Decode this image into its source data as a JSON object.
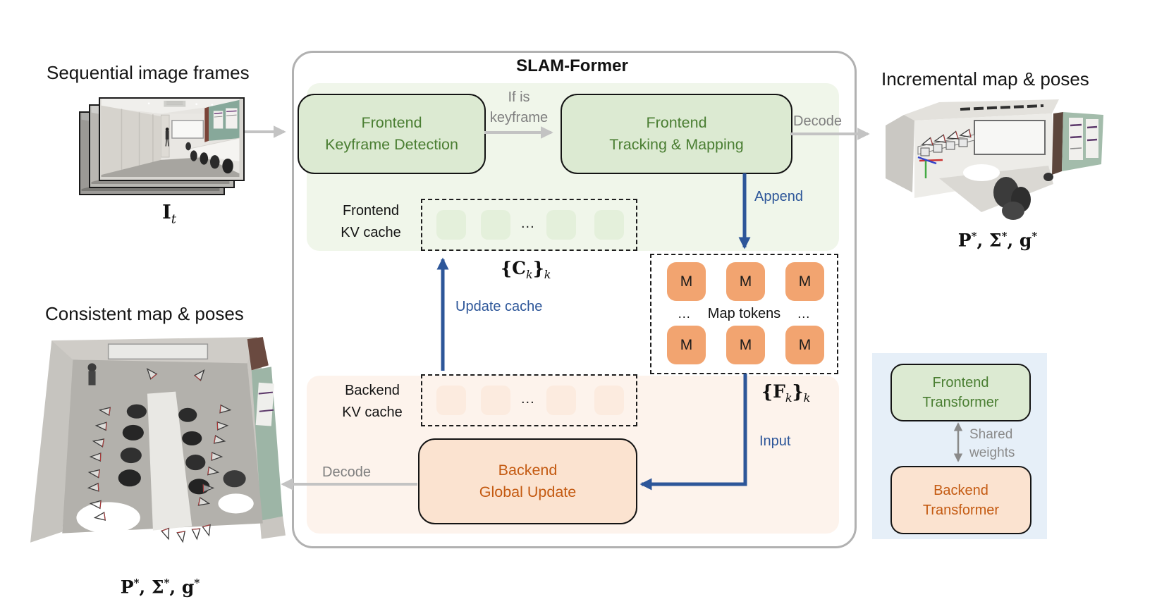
{
  "palette": {
    "frontend_fill": "#dcead2",
    "frontend_text": "#4a7e32",
    "frontend_zone": "#f0f6ea",
    "frontend_cache_chip": "#e4f0db",
    "backend_fill": "#fbe3d0",
    "backend_text": "#c45a11",
    "backend_zone": "#fdf3ec",
    "backend_cache_chip": "#fcebdf",
    "map_token_chip": "#f2a470",
    "arrow_blue": "#2d5699",
    "arrow_gray": "#c3c3c3",
    "label_gray": "#7f7f7f",
    "legend_bg": "#e6eff8",
    "container_border": "#b1b1b1"
  },
  "input_panel": {
    "title": "Sequential image frames",
    "formula": {
      "base": "I",
      "sub": "t"
    }
  },
  "consistent_panel": {
    "title": "Consistent map & poses"
  },
  "incremental_panel": {
    "title": "Incremental map & poses"
  },
  "poses_formula": {
    "p": "P",
    "sigma": "Σ",
    "g": "g",
    "star": "*",
    "sep": ", "
  },
  "slam": {
    "title": "SLAM-Former",
    "keyframe_box": {
      "line1": "Frontend",
      "line2": "Keyframe Detection"
    },
    "tracking_box": {
      "line1": "Frontend",
      "line2": "Tracking & Mapping"
    },
    "condition": {
      "line1": "If is",
      "line2": "keyframe"
    },
    "decode_top": "Decode",
    "decode_bottom": "Decode",
    "append": "Append",
    "update_cache": "Update cache",
    "input": "Input",
    "frontend_cache": {
      "line1": "Frontend",
      "line2": "KV cache",
      "dots": "..."
    },
    "backend_cache": {
      "line1": "Backend",
      "line2": "KV cache",
      "dots": "..."
    },
    "cache_formula": {
      "open": "{",
      "sym": "C",
      "sub": "k",
      "close": "}",
      "outsub": "k"
    },
    "tokens_formula": {
      "open": "{",
      "sym": "F",
      "sub": "k",
      "close": "}",
      "outsub": "k"
    },
    "map_tokens": {
      "dots_left": "...",
      "label": "Map tokens",
      "dots_right": "...",
      "token": "M"
    },
    "backend_box": {
      "line1": "Backend",
      "line2": "Global Update"
    }
  },
  "legend": {
    "frontend": {
      "line1": "Frontend",
      "line2": "Transformer"
    },
    "shared": {
      "line1": "Shared",
      "line2": "weights"
    },
    "backend": {
      "line1": "Backend",
      "line2": "Transformer"
    }
  }
}
